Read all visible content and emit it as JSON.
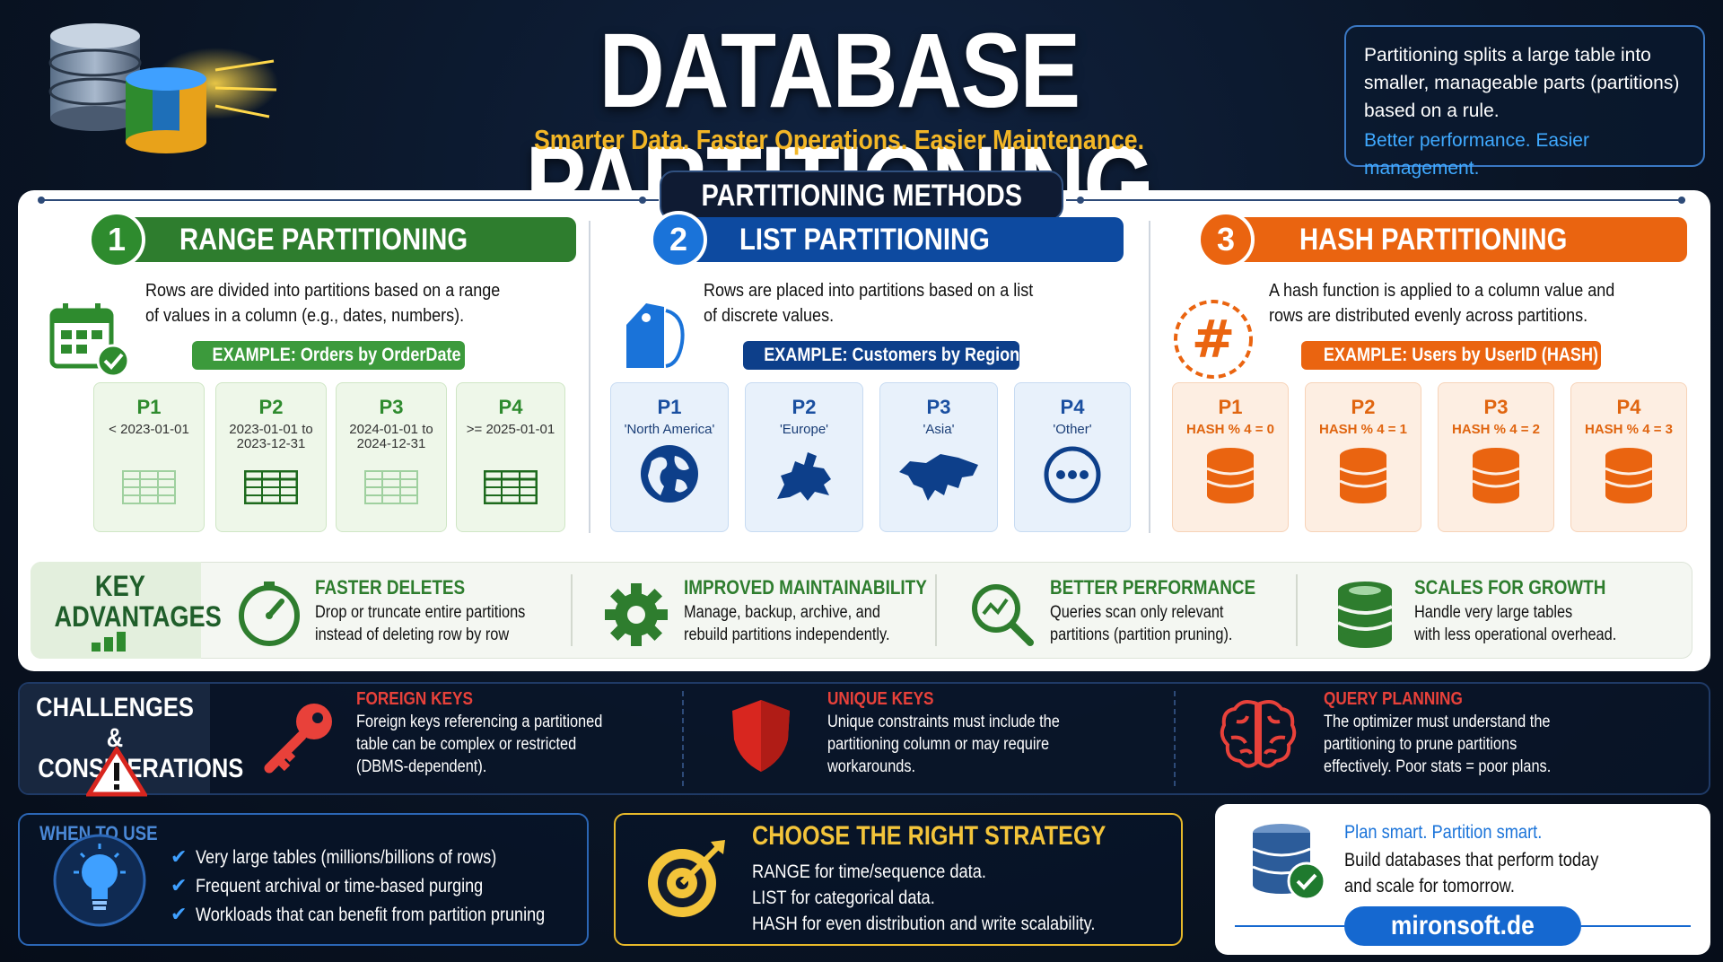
{
  "header": {
    "title": "DATABASE PARTITIONING",
    "subtitle": "Smarter Data. Faster Operations. Easier Maintenance.",
    "intro": "Partitioning splits a large table into smaller, manageable parts (partitions) based on a rule.",
    "intro_highlight": "Better performance. Easier management."
  },
  "methods": {
    "heading": "PARTITIONING METHODS",
    "range": {
      "number": "1",
      "title": "RANGE PARTITIONING",
      "description_1": "Rows are divided into partitions based on a range",
      "description_2": "of values in a column (e.g., dates, numbers).",
      "example": "EXAMPLE: Orders by OrderDate",
      "partitions": [
        {
          "name": "P1",
          "rule": "< 2023-01-01"
        },
        {
          "name": "P2",
          "rule": "2023-01-01 to 2023-12-31"
        },
        {
          "name": "P3",
          "rule": "2024-01-01 to 2024-12-31"
        },
        {
          "name": "P4",
          "rule": ">= 2025-01-01"
        }
      ]
    },
    "list": {
      "number": "2",
      "title": "LIST PARTITIONING",
      "description_1": "Rows are placed into partitions based on a list",
      "description_2": "of discrete values.",
      "example": "EXAMPLE: Customers by Region",
      "partitions": [
        {
          "name": "P1",
          "rule": "'North America'"
        },
        {
          "name": "P2",
          "rule": "'Europe'"
        },
        {
          "name": "P3",
          "rule": "'Asia'"
        },
        {
          "name": "P4",
          "rule": "'Other'"
        }
      ]
    },
    "hash": {
      "number": "3",
      "title": "HASH PARTITIONING",
      "description_1": "A hash function is applied to a column value and",
      "description_2": "rows are distributed evenly across partitions.",
      "example": "EXAMPLE: Users by UserID (HASH)",
      "partitions": [
        {
          "name": "P1",
          "rule": "HASH % 4 = 0"
        },
        {
          "name": "P2",
          "rule": "HASH % 4 = 1"
        },
        {
          "name": "P3",
          "rule": "HASH % 4 = 2"
        },
        {
          "name": "P4",
          "rule": "HASH % 4 = 3"
        }
      ]
    }
  },
  "advantages": {
    "label_1": "KEY",
    "label_2": "ADVANTAGES",
    "items": [
      {
        "title": "FASTER DELETES",
        "line1": "Drop or truncate entire partitions",
        "line2": "instead of deleting row by row",
        "icon": "stopwatch-icon"
      },
      {
        "title": "IMPROVED MAINTAINABILITY",
        "line1": "Manage, backup, archive, and",
        "line2": "rebuild partitions independently.",
        "icon": "gear-icon"
      },
      {
        "title": "BETTER PERFORMANCE",
        "line1": "Queries scan only relevant",
        "line2": "partitions (partition pruning).",
        "icon": "magnifier-chart-icon"
      },
      {
        "title": "SCALES FOR GROWTH",
        "line1": "Handle very large tables",
        "line2": "with less operational overhead.",
        "icon": "database-icon"
      }
    ]
  },
  "challenges": {
    "label_1": "CHALLENGES &",
    "label_2": "CONSIDERATIONS",
    "items": [
      {
        "title": "FOREIGN KEYS",
        "line1": "Foreign keys referencing a partitioned",
        "line2": "table can be complex or restricted",
        "line3": "(DBMS-dependent).",
        "icon": "key-icon"
      },
      {
        "title": "UNIQUE KEYS",
        "line1": "Unique constraints must include the",
        "line2": "partitioning column or may require",
        "line3": "workarounds.",
        "icon": "shield-icon"
      },
      {
        "title": "QUERY PLANNING",
        "line1": "The optimizer must understand the",
        "line2": "partitioning to prune partitions",
        "line3": "effectively. Poor stats = poor plans.",
        "icon": "brain-icon"
      }
    ]
  },
  "when_to_use": {
    "title": "WHEN TO USE",
    "items": [
      "Very large tables (millions/billions of rows)",
      "Frequent archival or time-based purging",
      "Workloads that can benefit from partition pruning"
    ]
  },
  "strategy": {
    "title": "CHOOSE THE RIGHT STRATEGY",
    "lines": [
      "RANGE for time/sequence data.",
      "LIST for categorical data.",
      "HASH for even distribution and write scalability."
    ]
  },
  "cta": {
    "plan": "Plan smart. Partition smart.",
    "build_1": "Build databases that perform today",
    "build_2": "and scale for tomorrow.",
    "url": "mironsoft.de"
  },
  "colors": {
    "range": "#2e8b2e",
    "list": "#1a4fa0",
    "hash": "#e8640f",
    "accent_yellow": "#f2b626",
    "danger": "#e8413a",
    "link_blue": "#1568d0"
  }
}
